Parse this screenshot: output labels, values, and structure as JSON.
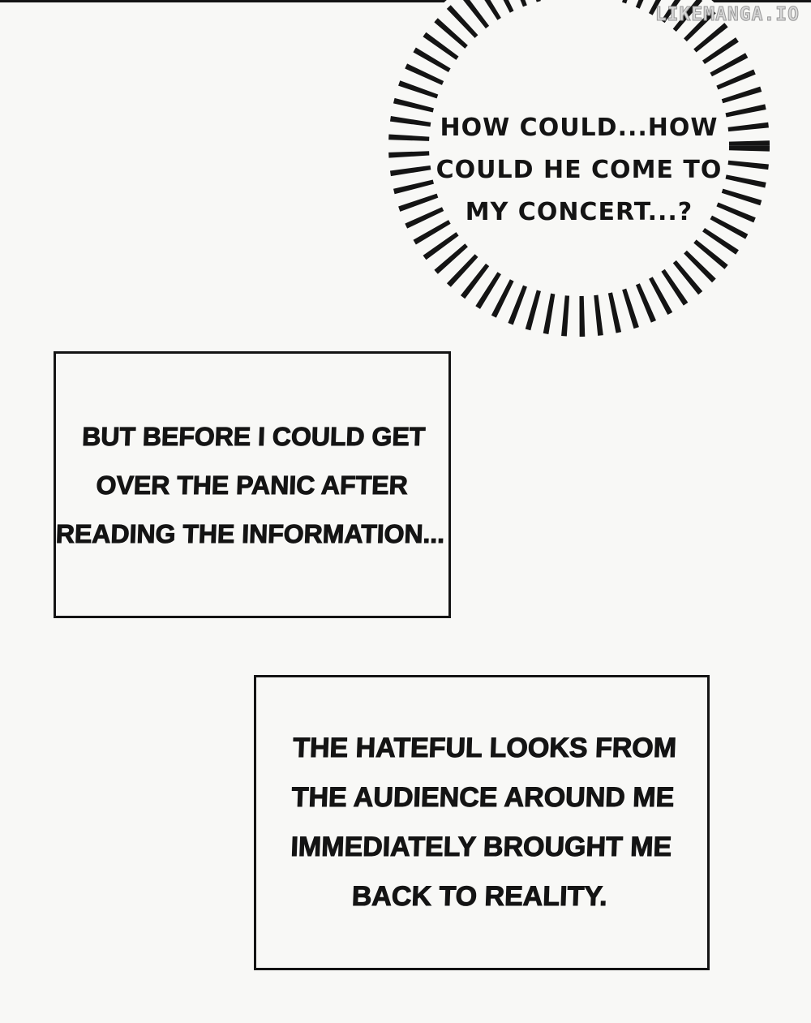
{
  "page": {
    "colors": {
      "ink": "#141414",
      "paper": "#f8f8f6",
      "watermark-fill": "#d8d8d8",
      "watermark-outline": "#9a9a9a"
    }
  },
  "watermark": {
    "text": "LIKEMANGA.IO"
  },
  "burst_bubble": {
    "lines": [
      "HOW COULD...HOW",
      "COULD HE COME TO",
      "MY CONCERT...?"
    ]
  },
  "caption_boxes": [
    {
      "lines": [
        "BUT BEFORE I COULD GET",
        "OVER THE PANIC AFTER",
        "READING THE INFORMATION..."
      ]
    },
    {
      "lines": [
        "THE HATEFUL LOOKS FROM",
        "THE AUDIENCE AROUND ME",
        "IMMEDIATELY BROUGHT ME",
        "BACK TO REALITY."
      ]
    }
  ]
}
